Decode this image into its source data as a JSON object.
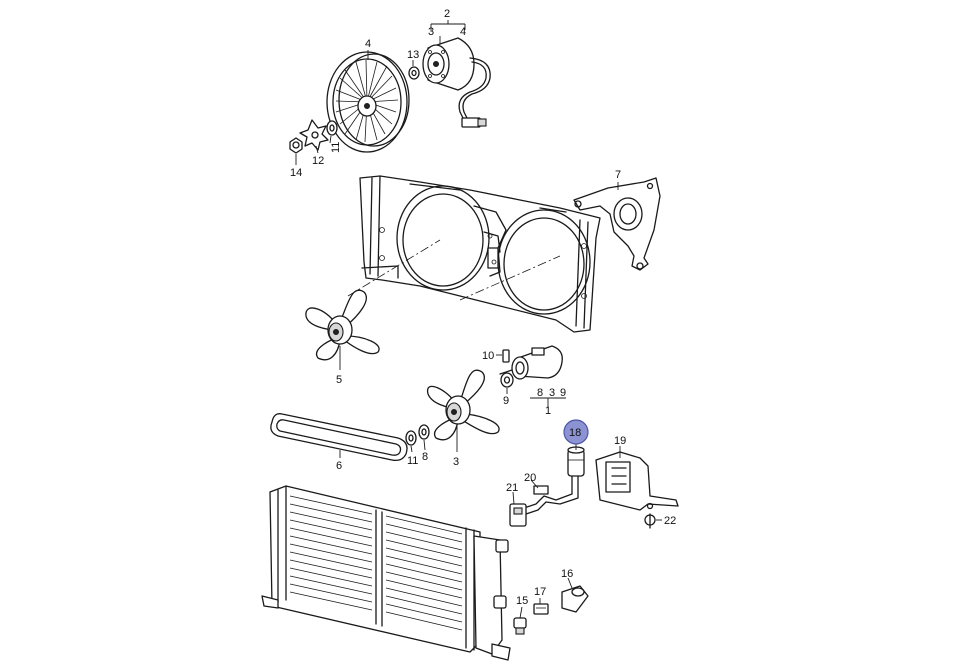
{
  "diagram": {
    "callouts": {
      "c1": "1",
      "c2": "2",
      "c3": "3",
      "c4a": "4",
      "c4b": "4",
      "c5": "5",
      "c6": "6",
      "c7": "7",
      "c8a": "8",
      "c8b": "8",
      "c3b": "3",
      "c9a": "9",
      "c9b": "9",
      "c10": "10",
      "c11a": "11",
      "c11b": "11",
      "c12": "12",
      "c13": "13",
      "c14": "14",
      "c15": "15",
      "c16": "16",
      "c17": "17",
      "c18": "18",
      "c19": "19",
      "c20": "20",
      "c21": "21",
      "c22": "22"
    },
    "highlighted_callout": "18",
    "highlight_color": "#8b93d2",
    "line_color": "#1a1a1a"
  }
}
